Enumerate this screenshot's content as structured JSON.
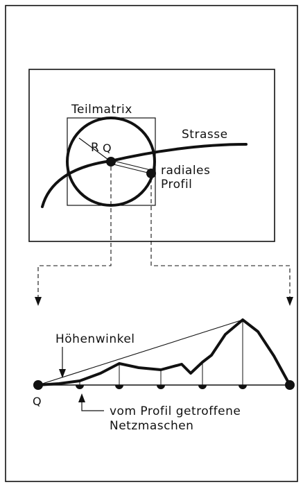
{
  "labels": {
    "submatrix": "Teilmatrix",
    "road": "Strasse",
    "radius": "R",
    "center_q": "Q",
    "radial_profile_line1": "radiales",
    "radial_profile_line2": "Profil",
    "elevation_angle": "Höhenwinkel",
    "profile_q": "Q",
    "mesh_line1": "vom Profil getroffene",
    "mesh_line2": "Netzmaschen"
  },
  "colors": {
    "ink": "#111111",
    "background": "#ffffff"
  }
}
